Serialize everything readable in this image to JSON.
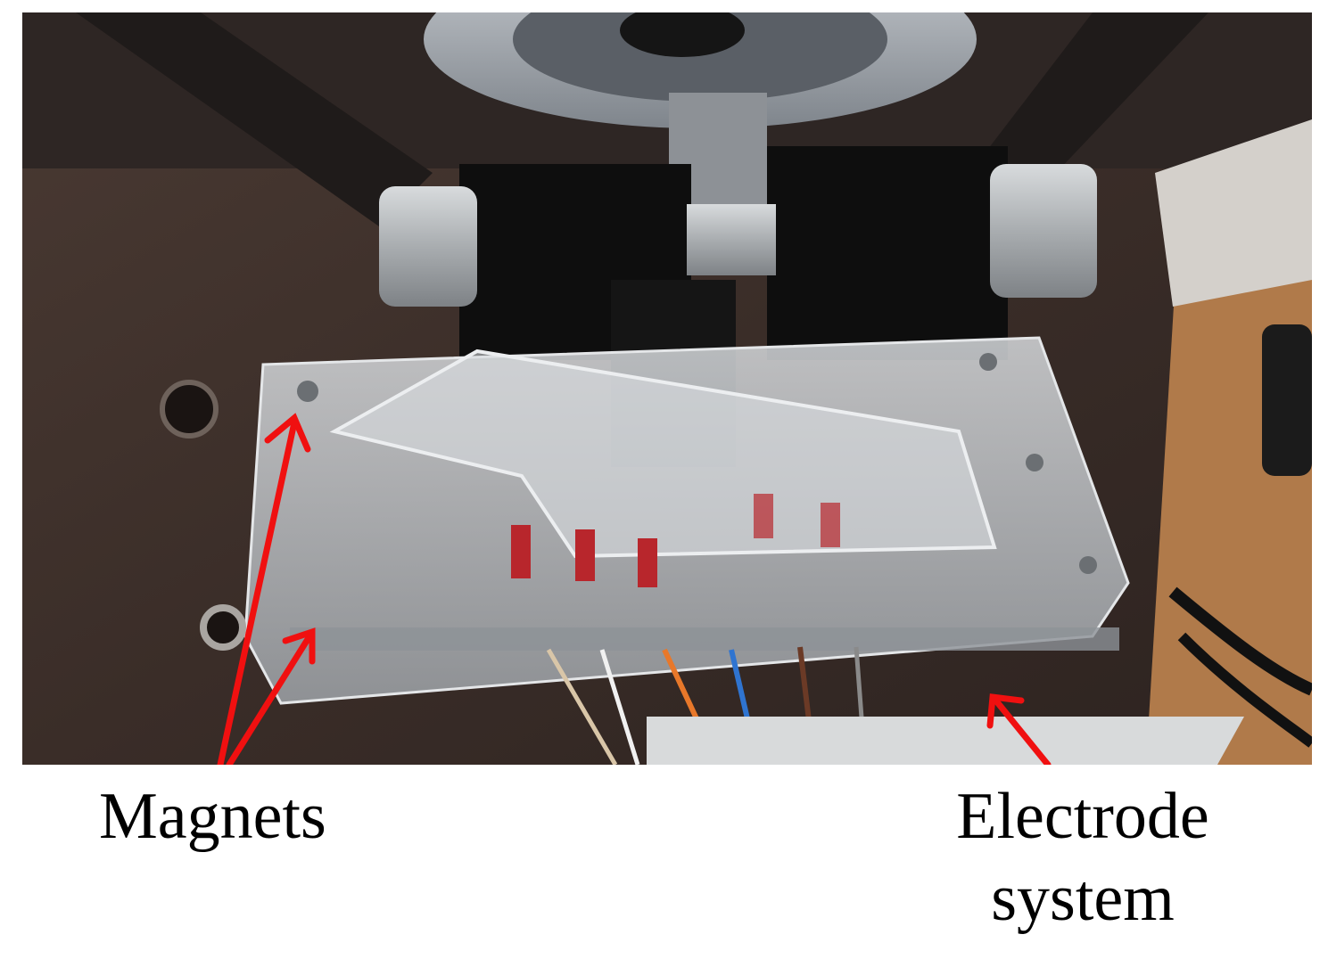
{
  "figure": {
    "photo_subject": "electrode-test-fixture-photo",
    "labels": {
      "magnets": "Magnets",
      "electrode_line1": "Electrode",
      "electrode_line2": "system"
    },
    "colors": {
      "arrow": "#f01010",
      "background": "#ffffff"
    }
  }
}
